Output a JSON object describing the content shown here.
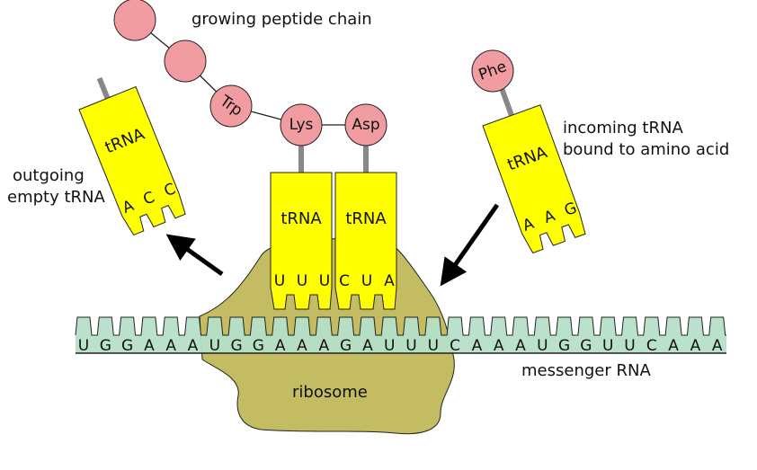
{
  "labels": {
    "peptide": "growing peptide chain",
    "outgoing_line1": "outgoing",
    "outgoing_line2": "empty tRNA",
    "incoming_line1": "incoming tRNA",
    "incoming_line2": "bound to amino acid",
    "ribosome": "ribosome",
    "mrna": "messenger RNA"
  },
  "trna_label": "tRNA",
  "amino_acids": {
    "trp": "Trp",
    "lys": "Lys",
    "asp": "Asp",
    "phe": "Phe"
  },
  "anticodons": {
    "outgoing": [
      "A",
      "C",
      "C"
    ],
    "lys": [
      "U",
      "U",
      "U"
    ],
    "asp": [
      "C",
      "U",
      "A"
    ],
    "incoming": [
      "A",
      "A",
      "G"
    ]
  },
  "mrna_sequence": [
    "U",
    "G",
    "G",
    "A",
    "A",
    "A",
    "U",
    "G",
    "G",
    "A",
    "A",
    "A",
    "G",
    "A",
    "U",
    "U",
    "U",
    "C",
    "A",
    "A",
    "A",
    "U",
    "G",
    "G",
    "U",
    "U",
    "C",
    "A",
    "A",
    "A"
  ],
  "colors": {
    "trna": "#ffff00",
    "amino_acid": "#f09ca0",
    "ribosome": "#c4bc63",
    "mrna": "#b5dfc8",
    "stem": "#888888"
  }
}
